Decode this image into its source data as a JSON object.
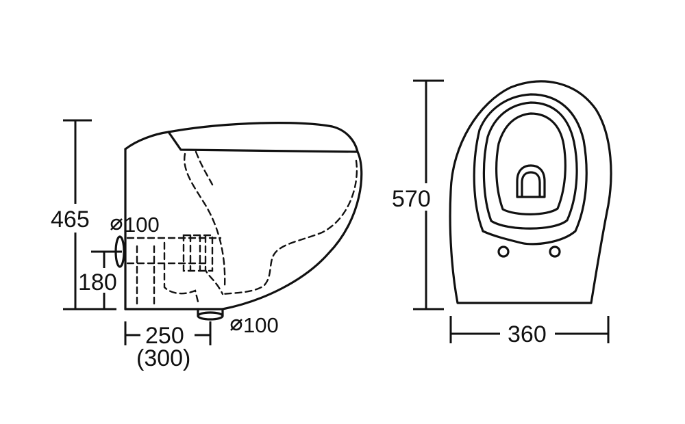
{
  "side_view": {
    "height_total": "465",
    "inlet_height": "180",
    "rear_outlet_diameter": "100",
    "floor_outlet_diameter": "100",
    "outlet_distance": "250",
    "outlet_distance_alt": "(300)",
    "diameter_symbol": "ø"
  },
  "top_view": {
    "depth": "570",
    "width": "360"
  }
}
